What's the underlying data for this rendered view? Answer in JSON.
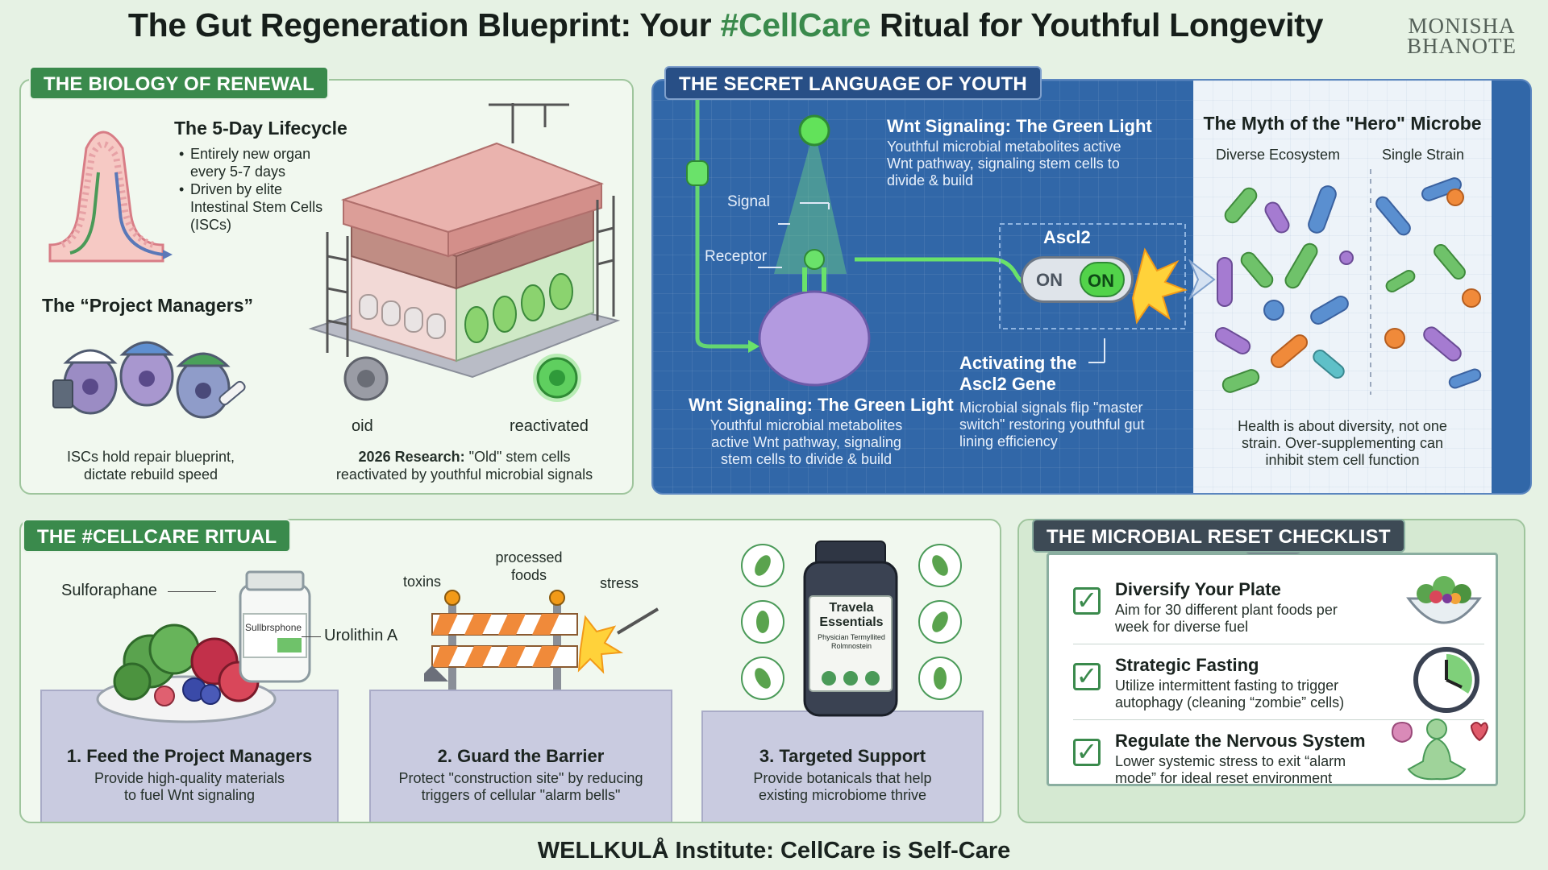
{
  "header": {
    "title_before": "The Gut Regeneration Blueprint: Your ",
    "title_highlight": "#CellCare",
    "title_after": " Ritual for Youthful Longevity",
    "logo_line1": "MONISHA",
    "logo_line2": "BHANOTE"
  },
  "biology": {
    "tab": "THE BIOLOGY OF RENEWAL",
    "lifecycle_title": "The 5-Day Lifecycle",
    "lifecycle_points": [
      "Entirely new organ every 5-7 days",
      "Driven by elite Intestinal Stem Cells (ISCs)"
    ],
    "pm_title": "The “Project Managers”",
    "pm_caption": [
      "ISCs hold repair blueprint,",
      "dictate rebuild speed"
    ],
    "old_label": "oid",
    "reactivated_label": "reactivated",
    "research_bold": "2026 Research:",
    "research_rest": " \"Old\" stem cells",
    "research_line2": "reactivated by youthful microbial signals"
  },
  "youth": {
    "tab": "THE SECRET LANGUAGE OF YOUTH",
    "wnt_title_top": "Wnt Signaling: The Green Light",
    "wnt_desc_top": [
      "Youthful microbial metabolites active",
      "Wnt pathway, signaling stem cells to",
      "divide & build"
    ],
    "signal_label": "Signal",
    "receptor_label": "Receptor",
    "ascl2_label": "Ascl2",
    "switch_off": "ON",
    "switch_on": "ON",
    "wnt_title_bottom": "Wnt Signaling: The Green Light",
    "wnt_desc_bottom": [
      "Youthful microbial metabolites",
      "active Wnt pathway, signaling",
      "stem cells to divide & build"
    ],
    "activating_title": [
      "Activating the",
      "Ascl2 Gene"
    ],
    "activating_desc": [
      "Microbial signals flip \"master",
      "switch\" restoring youthful gut",
      "lining efficiency"
    ],
    "myth_title": "The Myth of the \"Hero\" Microbe",
    "diverse_label": "Diverse Ecosystem",
    "single_label": "Single Strain",
    "myth_caption": [
      "Health is about diversity, not one",
      "strain. Over-supplementing can",
      "inhibit stem cell function"
    ]
  },
  "ritual": {
    "tab": "THE #CELLCARE RITUAL",
    "sulforaphane_label": "Sulforaphane",
    "urolithin_label": "Urolithin A",
    "jar_label": "Sullbrsphone",
    "toxins_label": "toxins",
    "processed_label": [
      "processed",
      "foods"
    ],
    "stress_label": "stress",
    "bottle_brand": [
      "Travela",
      "Essentials"
    ],
    "bottle_sub": [
      "Physician Termyllited",
      "Rolmnostein"
    ],
    "steps": [
      {
        "title": "1. Feed the Project Managers",
        "desc": [
          "Provide high-quality materials",
          "to fuel Wnt signaling"
        ]
      },
      {
        "title": "2. Guard the Barrier",
        "desc": [
          "Protect \"construction site\" by reducing",
          "triggers of cellular \"alarm bells\""
        ]
      },
      {
        "title": "3. Targeted Support",
        "desc": [
          "Provide botanicals that help",
          "existing microbiome thrive"
        ]
      }
    ]
  },
  "checklist": {
    "tab": "THE MICROBIAL RESET CHECKLIST",
    "items": [
      {
        "title": "Diversify Your Plate",
        "desc": [
          "Aim for 30 different plant foods per",
          "week for diverse fuel"
        ]
      },
      {
        "title": "Strategic Fasting",
        "desc": [
          "Utilize intermittent fasting to trigger",
          "autophagy (cleaning “zombie” cells)"
        ]
      },
      {
        "title": "Regulate the Nervous System",
        "desc": [
          "Lower systemic stress to exit “alarm",
          "mode” for ideal reset environment"
        ]
      }
    ]
  },
  "footer": "WELLKULÅ Institute: CellCare is Self-Care",
  "colors": {
    "accent": "#3a8a4c",
    "blueprint": "#3167a8",
    "signal_green": "#52d34a"
  }
}
